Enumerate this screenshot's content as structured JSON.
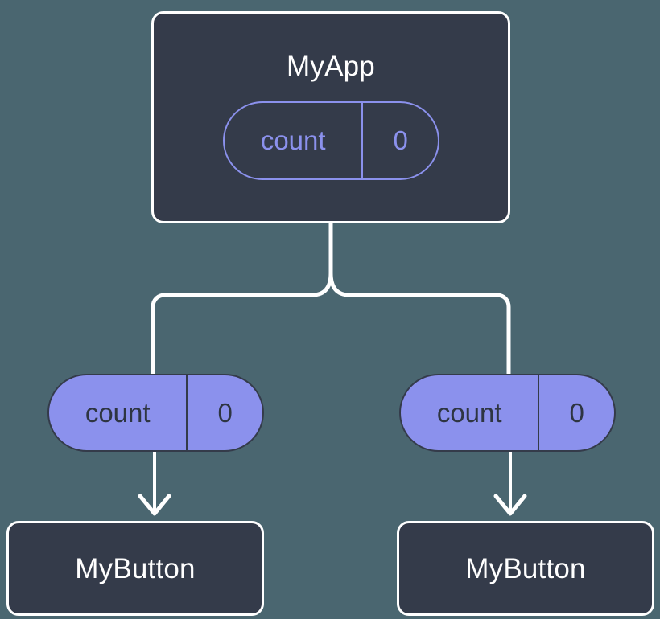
{
  "diagram": {
    "type": "component-state-tree",
    "background_color": "#4a6670",
    "node_fill_color": "#343b4a",
    "node_border_color": "#ffffff",
    "accent_color": "#8b91ed",
    "connector_color": "#ffffff"
  },
  "root": {
    "title": "MyApp",
    "state_pill": {
      "key": "count",
      "value": "0",
      "style": "outline"
    }
  },
  "branches": [
    {
      "props_pill": {
        "key": "count",
        "value": "0",
        "style": "filled"
      },
      "child": {
        "title": "MyButton"
      }
    },
    {
      "props_pill": {
        "key": "count",
        "value": "0",
        "style": "filled"
      },
      "child": {
        "title": "MyButton"
      }
    }
  ],
  "connectors": {
    "trunk_label": "root-to-branch-trunk",
    "left_branch_label": "branch-to-left-pill",
    "right_branch_label": "branch-to-right-pill",
    "left_arrow_label": "left-pill-to-button-arrow",
    "right_arrow_label": "right-pill-to-button-arrow"
  }
}
